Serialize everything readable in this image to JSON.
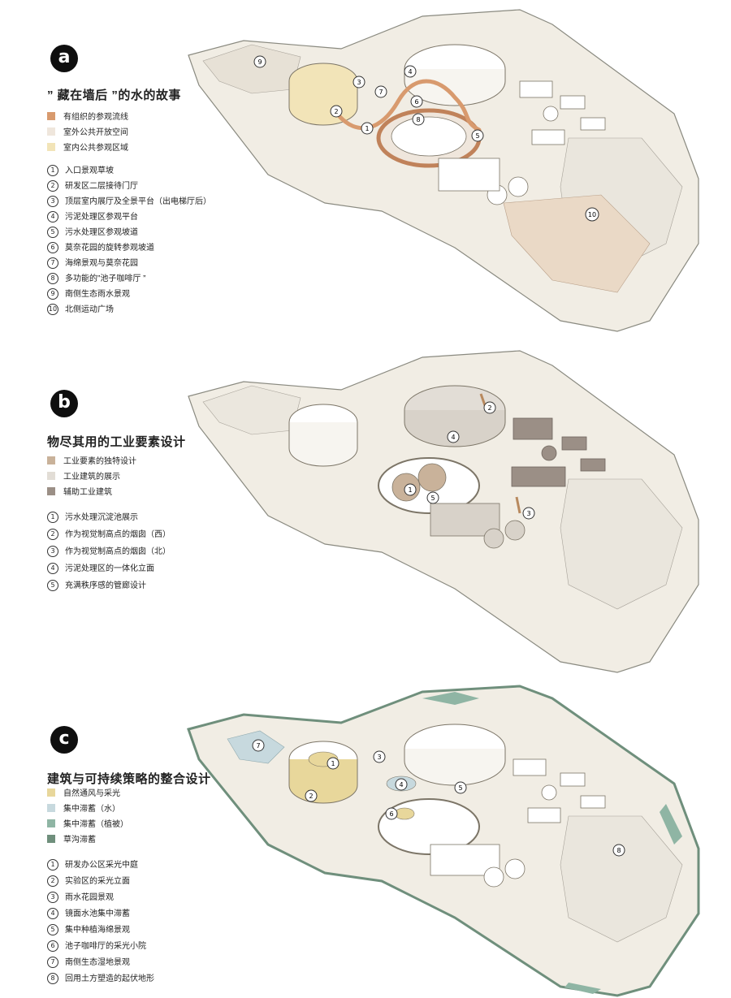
{
  "colors": {
    "route": "#d89a6e",
    "outdoor_space": "#efe6dc",
    "indoor_space": "#f2e4b8",
    "industrial_unique": "#c9b29a",
    "industrial_display": "#e2ddd6",
    "auxiliary": "#9b8f86",
    "ventilation": "#e8d79b",
    "water_storage": "#c7d9de",
    "vegetation_storage": "#8fb5a4",
    "swale": "#6f8f7c",
    "site": "#f1ede4",
    "outline": "#8a8a80"
  },
  "panels": [
    {
      "badge": "a",
      "title": "” 藏在墙后 ”的水的故事",
      "legend": [
        {
          "label": "有组织的参观流线",
          "color": "#d89a6e"
        },
        {
          "label": "室外公共开放空间",
          "color": "#efe6dc"
        },
        {
          "label": "室内公共参观区域",
          "color": "#f2e4b8"
        }
      ],
      "notes": [
        {
          "n": "1",
          "text": "入口景观草坡"
        },
        {
          "n": "2",
          "text": "研发区二层接待门厅"
        },
        {
          "n": "3",
          "text": "顶层室内展厅及全景平台（出电梯厅后）"
        },
        {
          "n": "4",
          "text": "污泥处理区参观平台"
        },
        {
          "n": "5",
          "text": "污水处理区参观坡道"
        },
        {
          "n": "6",
          "text": "莫奈花园的旋转参观坡道"
        },
        {
          "n": "7",
          "text": "海绵景观与莫奈花园"
        },
        {
          "n": "8",
          "text": "多功能的”池子咖啡厅 ”"
        },
        {
          "n": "9",
          "text": "南侧生态雨水景观"
        },
        {
          "n": "10",
          "text": "北侧运动广场"
        }
      ],
      "markers": [
        "1",
        "2",
        "3",
        "4",
        "5",
        "6",
        "7",
        "8",
        "9",
        "10"
      ]
    },
    {
      "badge": "b",
      "title": "物尽其用的工业要素设计",
      "legend": [
        {
          "label": "工业要素的独特设计",
          "color": "#c9b29a"
        },
        {
          "label": "工业建筑的展示",
          "color": "#e2ddd6"
        },
        {
          "label": "辅助工业建筑",
          "color": "#9b8f86"
        }
      ],
      "notes": [
        {
          "n": "1",
          "text": "污水处理沉淀池展示"
        },
        {
          "n": "2",
          "text": "作为视觉制高点的烟囱（西）"
        },
        {
          "n": "3",
          "text": "作为视觉制高点的烟囱（北）"
        },
        {
          "n": "4",
          "text": "污泥处理区的一体化立面"
        },
        {
          "n": "5",
          "text": "充满秩序感的管廊设计"
        }
      ],
      "markers": [
        "1",
        "2",
        "3",
        "4",
        "5"
      ]
    },
    {
      "badge": "c",
      "title": "建筑与可持续策略的整合设计",
      "legend": [
        {
          "label": "自然通风与采光",
          "color": "#e8d79b"
        },
        {
          "label": "集中滞蓄（水）",
          "color": "#c7d9de"
        },
        {
          "label": "集中滞蓄（植被）",
          "color": "#8fb5a4"
        },
        {
          "label": "草沟滞蓄",
          "color": "#6f8f7c"
        }
      ],
      "notes": [
        {
          "n": "1",
          "text": "研发办公区采光中庭"
        },
        {
          "n": "2",
          "text": "实验区的采光立面"
        },
        {
          "n": "3",
          "text": "雨水花园景观"
        },
        {
          "n": "4",
          "text": "镜面水池集中滞蓄"
        },
        {
          "n": "5",
          "text": "集中种植海绵景观"
        },
        {
          "n": "6",
          "text": "池子咖啡厅的采光小院"
        },
        {
          "n": "7",
          "text": "南侧生态湿地景观"
        },
        {
          "n": "8",
          "text": "回用土方塑造的起伏地形"
        }
      ],
      "markers": [
        "1",
        "2",
        "3",
        "4",
        "5",
        "6",
        "7",
        "8"
      ]
    }
  ]
}
